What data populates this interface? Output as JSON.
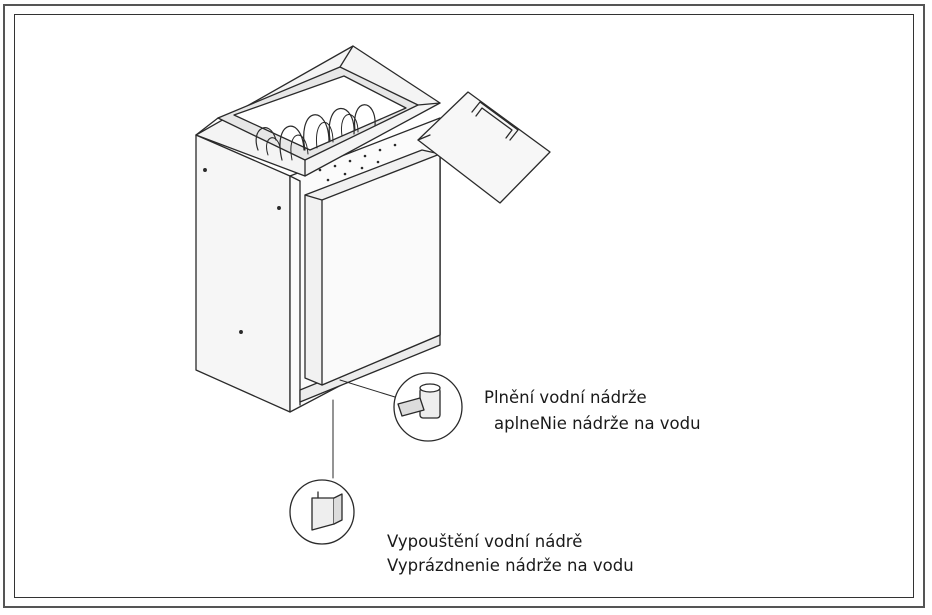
{
  "labels": {
    "fill_cz": "Plnění vodní nádrže",
    "fill_sk": "aplneNie nádrže na vodu",
    "drain_cz": "Vypouštění vodní nádrě",
    "drain_sk": "Vyprázdnenie nádrže na vodu"
  },
  "colors": {
    "line": "#2a2a2a",
    "panel": "#f4f4f4",
    "shade": "#d9d9d9"
  }
}
